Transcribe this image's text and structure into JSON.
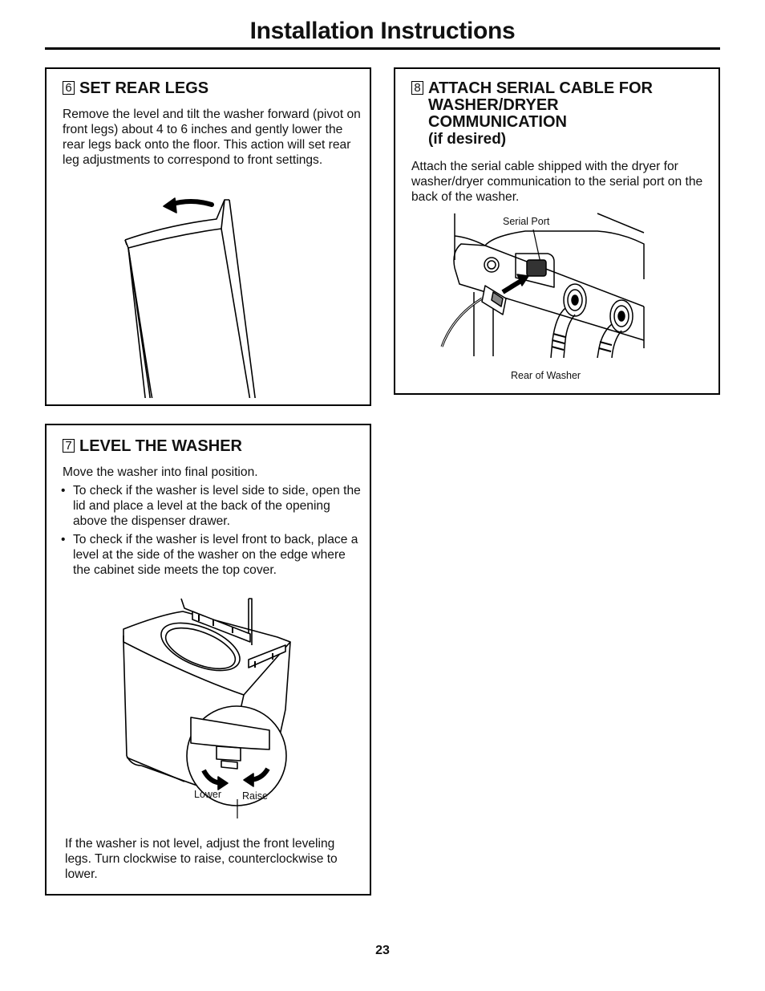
{
  "header": {
    "title": "Installation Instructions"
  },
  "step6": {
    "number": "6",
    "heading": "SET REAR LEGS",
    "body": "Remove the level and tilt the washer forward (pivot on front legs) about 4 to 6 inches and gently lower the rear legs back onto the floor. This action will set rear leg adjustments to correspond to front settings."
  },
  "step8": {
    "number": "8",
    "heading_lines": [
      "ATTACH SERIAL CABLE FOR",
      "WASHER/DRYER",
      "COMMUNICATION"
    ],
    "heading_sub": "(if desired)",
    "body": "Attach the serial cable shipped with the dryer for washer/dryer communication to the serial port on the back of the washer.",
    "label_port": "Serial Port",
    "label_rear": "Rear of Washer"
  },
  "step7": {
    "number": "7",
    "heading": "LEVEL THE WASHER",
    "intro": "Move the washer into final position.",
    "bullets": [
      "To check if the washer is level side to side, open the lid and place a level at the back of the opening above the dispenser drawer.",
      "To check if the washer is level front to back, place a level at the side of the washer on the edge where the cabinet side meets the top cover."
    ],
    "label_lower": "Lower",
    "label_raise": "Raise",
    "footer_text": "If the washer is not level, adjust the front leveling legs. Turn clockwise to raise, counterclockwise to lower."
  },
  "footer": {
    "page_number": "23"
  }
}
